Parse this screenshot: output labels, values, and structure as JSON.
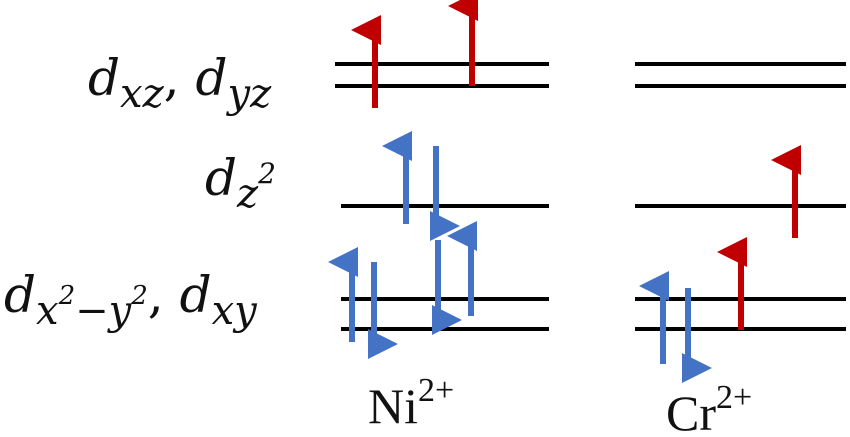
{
  "colors": {
    "line": "#000000",
    "spin_up_unpaired": "#c00000",
    "spin_paired": "#4472c4"
  },
  "labels": {
    "dxz_dyz": {
      "main": "d",
      "sub1": "xz",
      "sep": ", ",
      "main2": "d",
      "sub2": "yz"
    },
    "dz2": {
      "main": "d",
      "sub": "z",
      "sup": "2"
    },
    "dx2y2_dxy": {
      "main": "d",
      "sub_a": "x",
      "sup_a": "2",
      "minus": "−",
      "sub_b": "y",
      "sup_b": "2",
      "sep": ", ",
      "main2": "d",
      "sub2": "xy"
    }
  },
  "ions": {
    "ni": {
      "symbol": "Ni",
      "charge": "2+"
    },
    "cr": {
      "symbol": "Cr",
      "charge": "2+"
    }
  },
  "electrons": {
    "ni": {
      "dxz_dyz": [
        "up",
        "up"
      ],
      "dz2": [
        "up",
        "down"
      ],
      "dx2y2_dxy": [
        "up",
        "down",
        "down",
        "up"
      ]
    },
    "cr": {
      "dxz_dyz": [],
      "dz2": [
        "up"
      ],
      "dx2y2_dxy": [
        "up",
        "down",
        "up"
      ]
    }
  }
}
